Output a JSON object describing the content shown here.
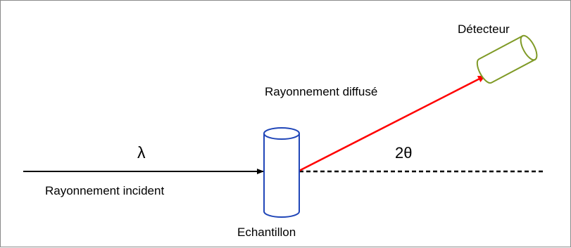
{
  "labels": {
    "detector": "Détecteur",
    "scattered_beam": "Rayonnement diffusé",
    "wavelength": "λ",
    "angle": "2θ",
    "incident_beam": "Rayonnement incident",
    "sample": "Echantillon"
  },
  "colors": {
    "incident_beam": "#000000",
    "scattered_beam": "#ff0000",
    "sample_outline": "#2046b8",
    "detector_outline": "#7f9a26",
    "reference_line": "#000000",
    "frame_border": "#8a8a8a"
  },
  "icons": {
    "sample": "cylinder",
    "detector": "tilted-cylinder"
  }
}
